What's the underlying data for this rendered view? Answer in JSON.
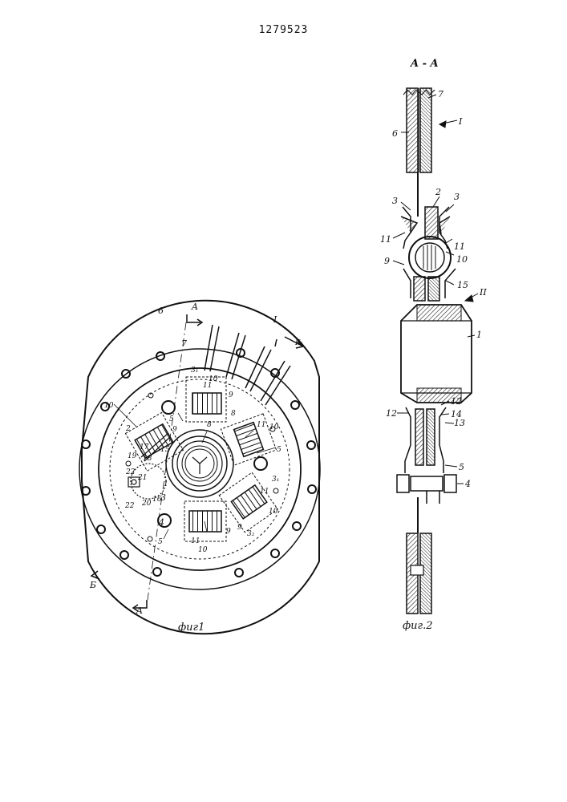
{
  "patent_number": "1279523",
  "figure1": {
    "caption": "фиг1",
    "labels": {
      "n1": "1",
      "n2": "2",
      "n3": "3",
      "n4": "4",
      "n5": "5",
      "n6": "6",
      "n7": "7",
      "n8": "8",
      "n9": "9",
      "n10": "10",
      "n11": "11",
      "n15": "15",
      "n16": "16",
      "n17": "17",
      "n18": "18",
      "n19": "19",
      "n20": "20",
      "n21": "21",
      "n22": "22",
      "n31": "3₁",
      "n32": "3₂",
      "sec_a": "A",
      "sec_b": "Б",
      "view_i": "I",
      "force": "F₁"
    }
  },
  "figure2": {
    "caption": "фиг.2",
    "section_title": "A - A",
    "labels": {
      "n1": "1",
      "n2": "2",
      "n3": "3",
      "n4": "4",
      "n5": "5",
      "n6": "6",
      "n7": "7",
      "n9": "9",
      "n10": "10",
      "n11": "11",
      "n12": "12",
      "n13": "13",
      "n14": "14",
      "n15": "15",
      "view_i": "I",
      "view_ii": "II"
    }
  }
}
